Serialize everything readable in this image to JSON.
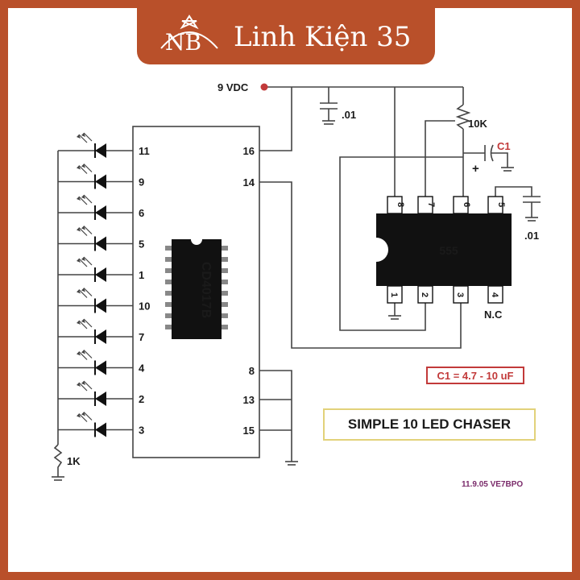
{
  "brand": {
    "logo_text": "NB",
    "name": "Linh Kiện 35",
    "color": "#b9502a"
  },
  "diagram": {
    "supply_label": "9 VDC",
    "counter_ic": {
      "name": "CD4017B",
      "pins_left": [
        "11",
        "9",
        "6",
        "5",
        "1",
        "10",
        "7",
        "4",
        "2",
        "3"
      ],
      "pins_right_top": [
        "16",
        "14"
      ],
      "pins_right_bottom": [
        "8",
        "13",
        "15"
      ]
    },
    "timer_ic": {
      "name": "555",
      "pins_top": [
        "8",
        "7",
        "6",
        "5"
      ],
      "pins_bottom": [
        "1",
        "2",
        "3",
        "4"
      ]
    },
    "labels": {
      "cap_top": ".01",
      "cap_right": ".01",
      "pot": "10K",
      "c1": "C1",
      "plus": "+",
      "resistor": "1K",
      "nc": "N.C"
    },
    "c1_note": "C1 = 4.7 - 10 uF",
    "title": "SIMPLE  10 LED CHASER",
    "footer": "11.9.05  VE7BPO",
    "colors": {
      "red": "#c23a3a",
      "wire": "#444444",
      "ic": "#111111"
    }
  }
}
